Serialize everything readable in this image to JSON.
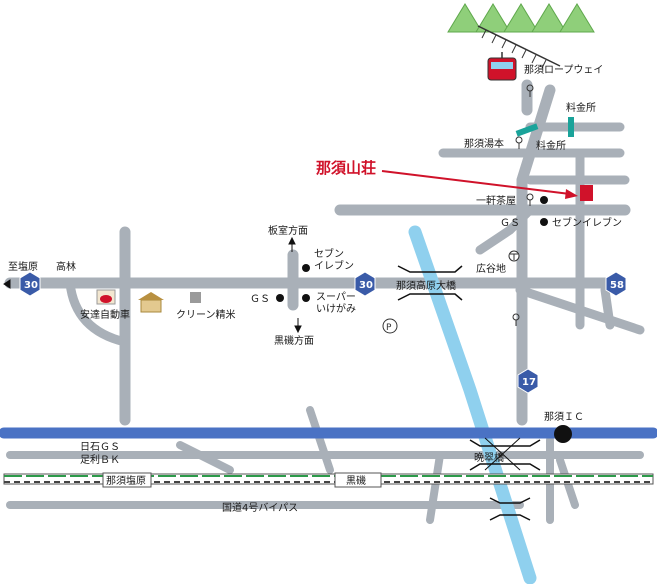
{
  "title": "那須山荘",
  "colors": {
    "road": "#a9b0b8",
    "river": "#8fd0ee",
    "highway": "#4a72c4",
    "route_shield": "#3a5ba8",
    "rail_green": "#2d9a4a",
    "destination": "#d0122a",
    "mountain": "#8fcf7a",
    "tollgate": "#1aa39a"
  },
  "labels": {
    "ropeway": "那須ロープウェイ",
    "yumoto": "那須湯本",
    "ryokin1": "料金所",
    "ryokin2": "料金所",
    "ikken": "一軒茶屋",
    "gs_right": "ＧＳ",
    "seven_right": "セブンイレブン",
    "koukokuchi": "広谷地",
    "itamuro": "板室方面",
    "seven_mid": "セブン\nイレブン",
    "gs_mid": "ＧＳ",
    "super": "スーパー\nいけがみ",
    "kuroiso_dir": "黒磯方面",
    "nasukogen": "那須高原大橋",
    "shiobara": "至塩原",
    "takabayashi": "高林",
    "anzen": "安達自動車",
    "clean": "クリーン精米",
    "nasu_ic": "那須ＩＣ",
    "nikko_gs": "日石ＧＳ",
    "ashikaga": "足利ＢＫ",
    "bansui": "晩翠橋",
    "nasushiobara_st": "那須塩原",
    "kuroiso_st": "黒磯",
    "bypass": "国道4号バイパス"
  },
  "routes": {
    "r30_left": "30",
    "r30_mid": "30",
    "r58": "58",
    "r17": "17"
  }
}
